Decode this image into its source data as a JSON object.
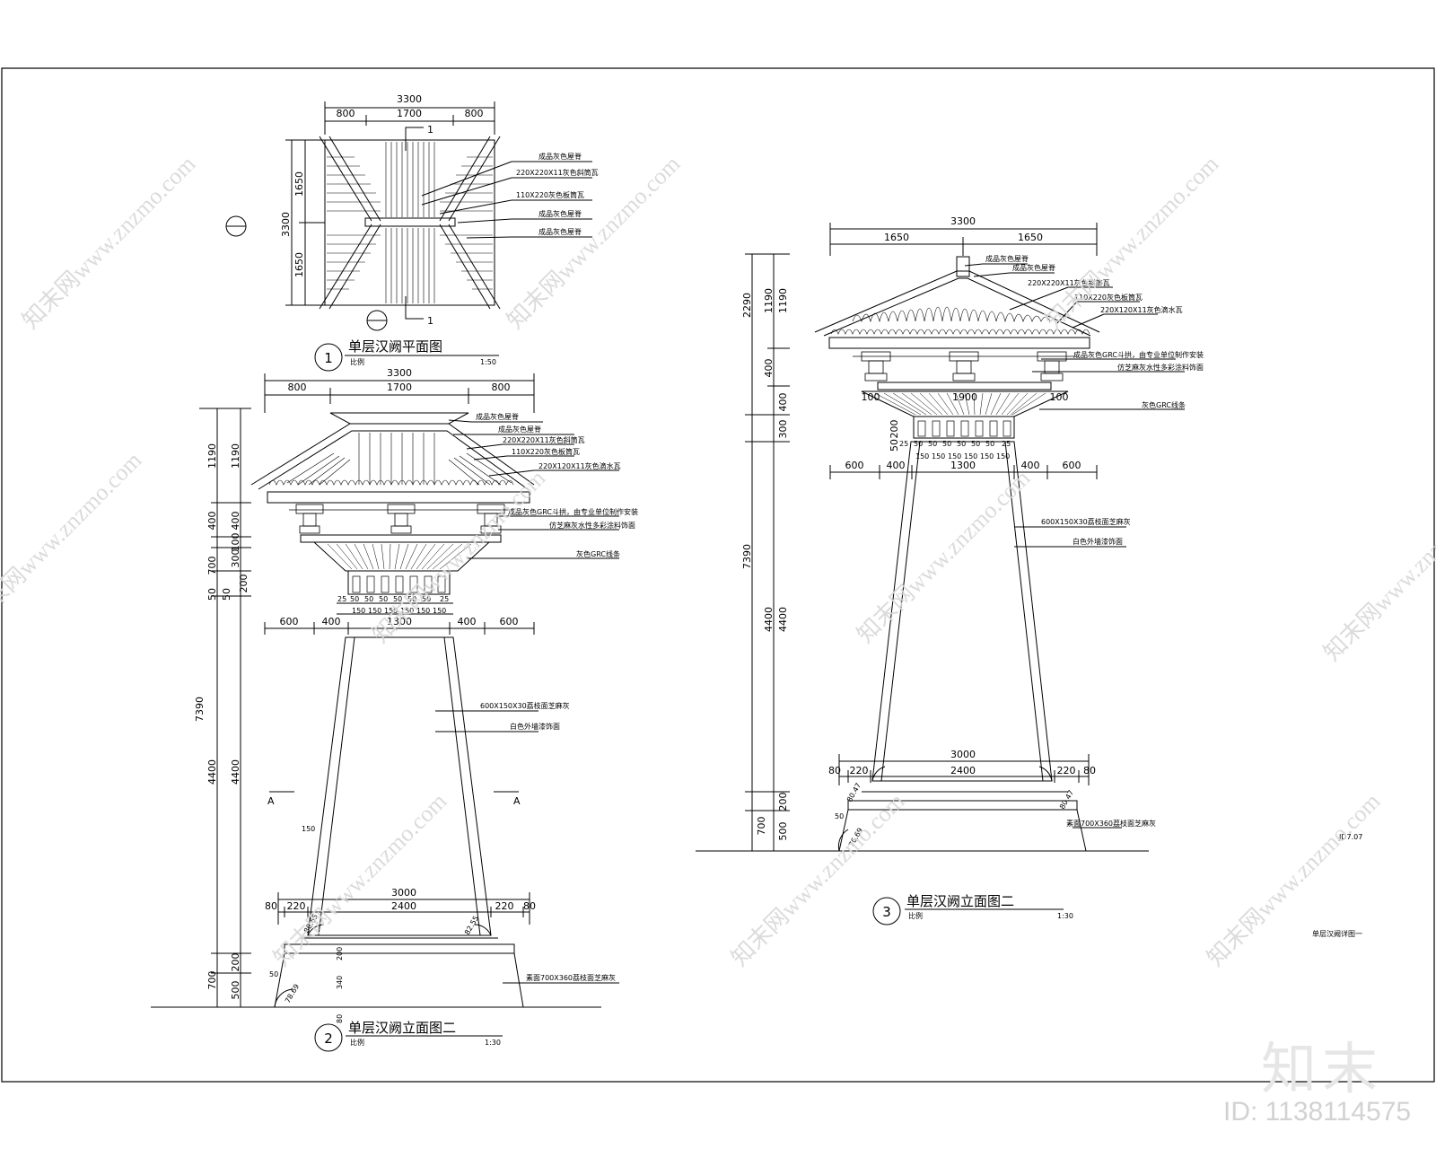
{
  "drawing": {
    "plan": {
      "title": "单层汉阙平面图",
      "number": "1",
      "scale_left": "比例",
      "scale_right": "1:50",
      "dims_top": [
        "3300",
        "800",
        "1700",
        "800"
      ],
      "dims_left": [
        "1650",
        "3300",
        "1650"
      ],
      "section_mark": "1",
      "notes": [
        "成品灰色屋脊",
        "220X220X11灰色斜筒瓦",
        "110X220灰色板筒瓦",
        "成品灰色屋脊",
        "成品灰色屋脊"
      ]
    },
    "elev2": {
      "title": "单层汉阙立面图二",
      "number": "2",
      "scale_left": "比例",
      "scale_right": "1:30",
      "dims_top": [
        "3300",
        "800",
        "1700",
        "800"
      ],
      "dims_mid": [
        "600",
        "400",
        "1300",
        "400",
        "600"
      ],
      "dims_small": [
        "25",
        "50",
        "50",
        "50",
        "50",
        "50",
        "50",
        "25"
      ],
      "dims_small2": [
        "150",
        "150",
        "150",
        "150",
        "150",
        "150"
      ],
      "dims_base": [
        "3000",
        "80",
        "220",
        "2400",
        "220",
        "80"
      ],
      "dims_left": [
        "7390",
        "1190",
        "1190",
        "400",
        "400",
        "700",
        "100",
        "300",
        "50",
        "50",
        "200",
        "4400",
        "4400",
        "700",
        "200",
        "500"
      ],
      "labels": [
        "A",
        "A",
        "150",
        "80.65",
        "82.55",
        "78.69",
        "50",
        "200",
        "340",
        "80"
      ],
      "notes": [
        "成品灰色屋脊",
        "成品灰色屋脊",
        "220X220X11灰色斜筒瓦",
        "110X220灰色板筒瓦",
        "220X120X11灰色滴水瓦",
        "成品灰色GRC斗拱，由专业单位制作安装",
        "仿芝麻灰水性多彩涂料饰面",
        "灰色GRC线条",
        "600X150X30荔枝面芝麻灰",
        "白色外墙漆饰面",
        "素面700X360荔枝面芝麻灰"
      ]
    },
    "elev3": {
      "title": "单层汉阙立面图二",
      "number": "3",
      "scale_left": "比例",
      "scale_right": "1:30",
      "dims_top": [
        "3300",
        "1650",
        "1650"
      ],
      "dims_cap": [
        "100",
        "1900",
        "100"
      ],
      "dims_mid": [
        "600",
        "400",
        "1300",
        "400",
        "600"
      ],
      "dims_small": [
        "25",
        "50",
        "50",
        "50",
        "50",
        "50",
        "50",
        "25"
      ],
      "dims_small2": [
        "150",
        "150",
        "150",
        "150",
        "150",
        "150"
      ],
      "dims_base": [
        "3000",
        "80",
        "220",
        "2400",
        "220",
        "80"
      ],
      "dims_left": [
        "2290",
        "1190",
        "1190",
        "400",
        "400",
        "300",
        "200",
        "50",
        "7390",
        "4400",
        "4400",
        "700",
        "200",
        "500"
      ],
      "labels": [
        "50",
        "76.69",
        "80.47",
        "80.47"
      ],
      "notes": [
        "成品灰色屋脊",
        "成品灰色屋脊",
        "220X220X11灰色斜筒瓦",
        "110X220灰色板筒瓦",
        "220X120X11灰色滴水瓦",
        "成品灰色GRC斗拱，由专业单位制作安装",
        "仿芝麻灰水性多彩涂料饰面",
        "灰色GRC线条",
        "600X150X30荔枝面芝麻灰",
        "白色外墙漆饰面",
        "素面700X360荔枝面芝麻灰"
      ]
    },
    "sheet_code": "JD7.07",
    "sheet_title": "单层汉阙详图一"
  },
  "watermark": {
    "text": "知末网www.znzmo.com",
    "logo": "知末",
    "id": "ID: 1138114575"
  }
}
